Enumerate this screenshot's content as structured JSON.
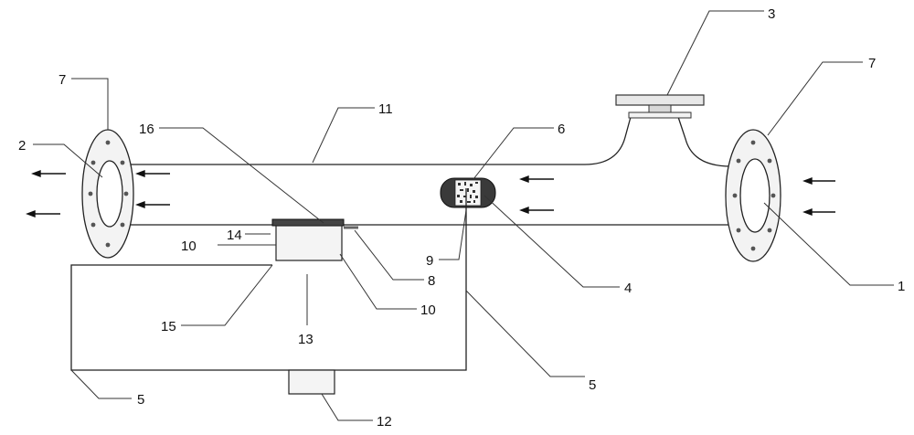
{
  "labels": {
    "l1": "1",
    "l2": "2",
    "l3": "3",
    "l4": "4",
    "l5a": "5",
    "l5b": "5",
    "l6": "6",
    "l7a": "7",
    "l7b": "7",
    "l8": "8",
    "l9": "9",
    "l10a": "10",
    "l10b": "10",
    "l11": "11",
    "l12": "12",
    "l13": "13",
    "l14": "14",
    "l15": "15",
    "l16": "16"
  }
}
